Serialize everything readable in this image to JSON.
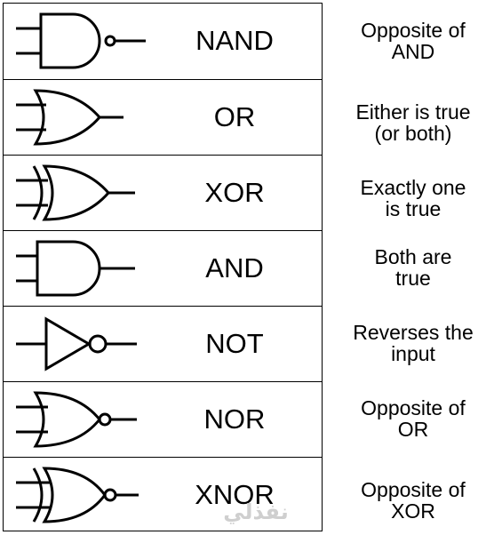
{
  "gates": [
    {
      "name": "NAND",
      "symbol": "nand-gate-icon",
      "desc": [
        "Opposite of",
        "AND"
      ]
    },
    {
      "name": "OR",
      "symbol": "or-gate-icon",
      "desc": [
        "Either is true",
        "(or both)"
      ]
    },
    {
      "name": "XOR",
      "symbol": "xor-gate-icon",
      "desc": [
        "Exactly one",
        "is true"
      ]
    },
    {
      "name": "AND",
      "symbol": "and-gate-icon",
      "desc": [
        "Both are",
        "true"
      ]
    },
    {
      "name": "NOT",
      "symbol": "not-gate-icon",
      "desc": [
        "Reverses the",
        "input"
      ]
    },
    {
      "name": "NOR",
      "symbol": "nor-gate-icon",
      "desc": [
        "Opposite of",
        "OR"
      ]
    },
    {
      "name": "XNOR",
      "symbol": "xnor-gate-icon",
      "desc": [
        "Opposite of",
        "XOR"
      ]
    }
  ],
  "watermark": "نفذلي"
}
